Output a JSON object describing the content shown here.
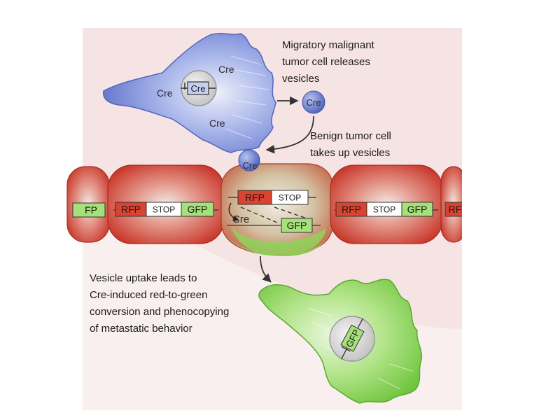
{
  "captions": {
    "migratory_lines": [
      "Migratory malignant",
      "tumor cell releases",
      "vesicles"
    ],
    "benign_lines": [
      "Benign tumor cell",
      "takes up vesicles"
    ],
    "uptake_lines": [
      "Vesicle uptake leads to",
      "Cre-induced red-to-green",
      "conversion and phenocopying",
      "of metastatic behavior"
    ]
  },
  "labels": {
    "cre": "Cre",
    "rfp": "RFP",
    "stop": "STOP",
    "gfp": "GFP",
    "gfp_partial": "FP",
    "rfp_partial": "RF"
  },
  "colors": {
    "background_panel": "#f6e4e4",
    "malignant_cell": "#7d8fd9",
    "benign_cell_red": "#d94a3c",
    "converted_cell_green": "#8fd25a",
    "rfp_box": "#d9432f",
    "gfp_box": "#a6e07a",
    "stop_box": "#ffffff",
    "vesicle": "#5f74c8"
  }
}
